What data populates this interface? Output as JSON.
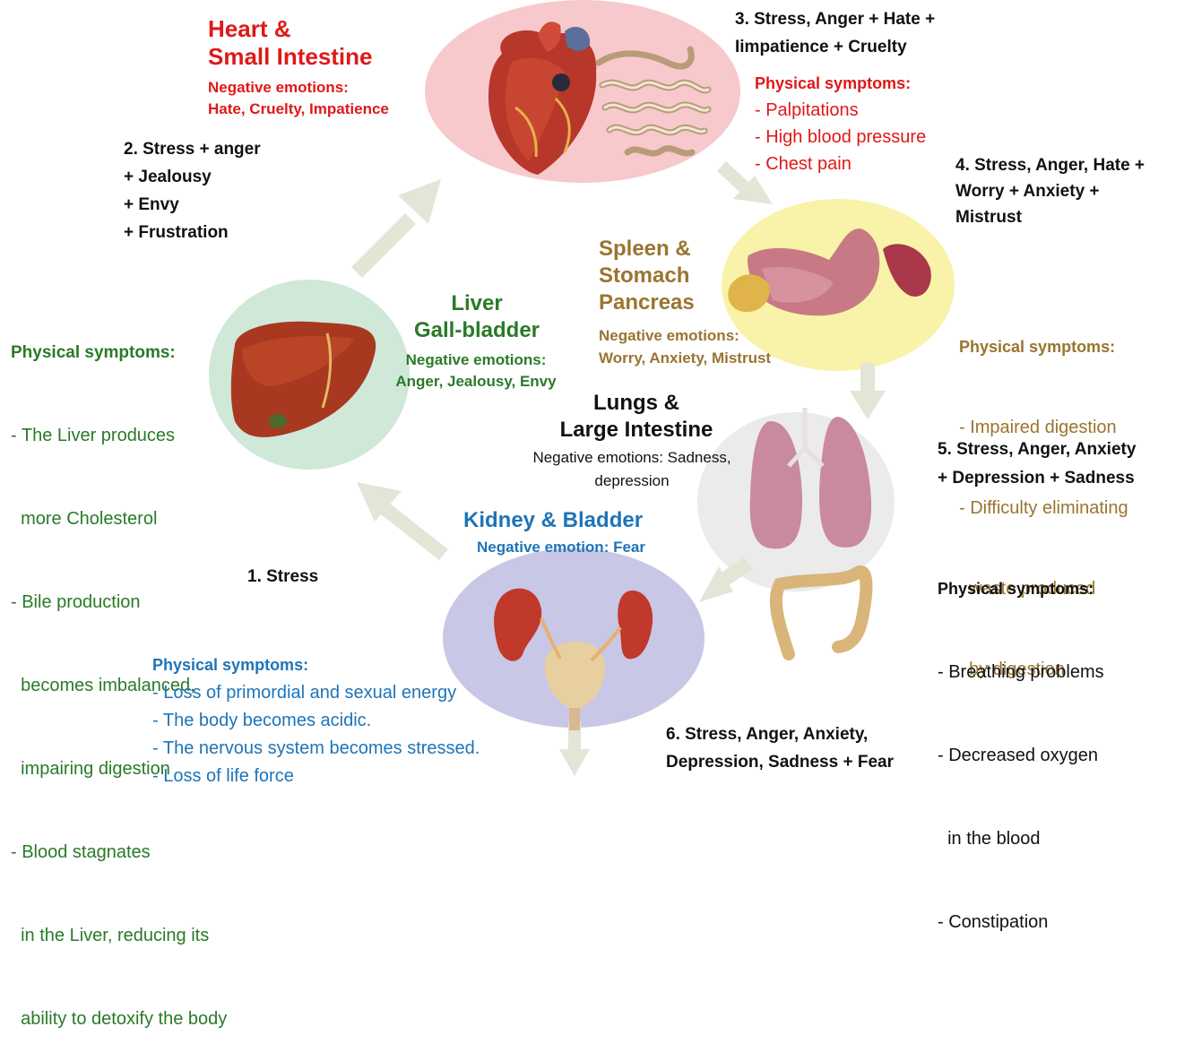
{
  "heart": {
    "title": [
      "Heart &",
      "Small Intestine"
    ],
    "emotions_label": "Negative emotions:",
    "emotions": "Hate, Cruelty, Impatience",
    "symptoms_label": "Physical symptoms:",
    "symptoms": [
      "- Palpitations",
      "- High blood pressure",
      "- Chest pain"
    ]
  },
  "liver": {
    "title": [
      "Liver",
      "Gall-bladder"
    ],
    "emotions_label": "Negative emotions:",
    "emotions": "Anger, Jealousy, Envy",
    "symptoms_label": "Physical symptoms:",
    "symptoms": [
      "- The Liver produces",
      "  more Cholesterol",
      "- Bile production",
      "  becomes imbalanced,",
      "  impairing digestion",
      "- Blood stagnates",
      "  in the Liver, reducing its",
      "  ability to detoxify the body"
    ]
  },
  "spleen": {
    "title": [
      "Spleen &",
      "Stomach",
      "Pancreas"
    ],
    "emotions_label": "Negative emotions:",
    "emotions": "Worry, Anxiety, Mistrust",
    "symptoms_label": "Physical symptoms:",
    "symptoms": [
      "- Impaired digestion",
      "- Difficulty eliminating",
      "  waste produced",
      "  by digestion"
    ]
  },
  "lungs": {
    "title": [
      "Lungs &",
      "Large Intestine"
    ],
    "emotions": [
      "Negative emotions: Sadness,",
      "depression"
    ],
    "symptoms_label": "Physical symptoms:",
    "symptoms": [
      "- Breathing problems",
      "- Decreased oxygen",
      "  in the blood",
      "- Constipation"
    ]
  },
  "kidney": {
    "title": "Kidney & Bladder",
    "emotions": "Negative emotion: Fear",
    "symptoms_label": "Physical symptoms:",
    "symptoms": [
      "- Loss of primordial and sexual energy",
      "- The body becomes acidic.",
      "- The nervous system becomes stressed.",
      "- Loss of life force"
    ]
  },
  "stages": {
    "s1": [
      "1. Stress"
    ],
    "s2": [
      "2. Stress + anger",
      "+ Jealousy",
      "+ Envy",
      "+ Frustration"
    ],
    "s3": [
      "3. Stress, Anger + Hate +",
      "Iimpatience + Cruelty"
    ],
    "s4": [
      "4. Stress, Anger, Hate +",
      "Worry + Anxiety +",
      "Mistrust"
    ],
    "s5": [
      "5. Stress, Anger, Anxiety",
      "+ Depression + Sadness"
    ],
    "s6": [
      "6. Stress, Anger, Anxiety,",
      "Depression, Sadness + Fear"
    ]
  },
  "colors": {
    "heart_circle": "#f7c9cc",
    "liver_circle": "#cfe8d8",
    "spleen_circle": "#f8f3a8",
    "lungs_circle": "#e8e8e8",
    "kidney_circle": "#c9c7e6",
    "arrow": "#e3e5d6"
  }
}
